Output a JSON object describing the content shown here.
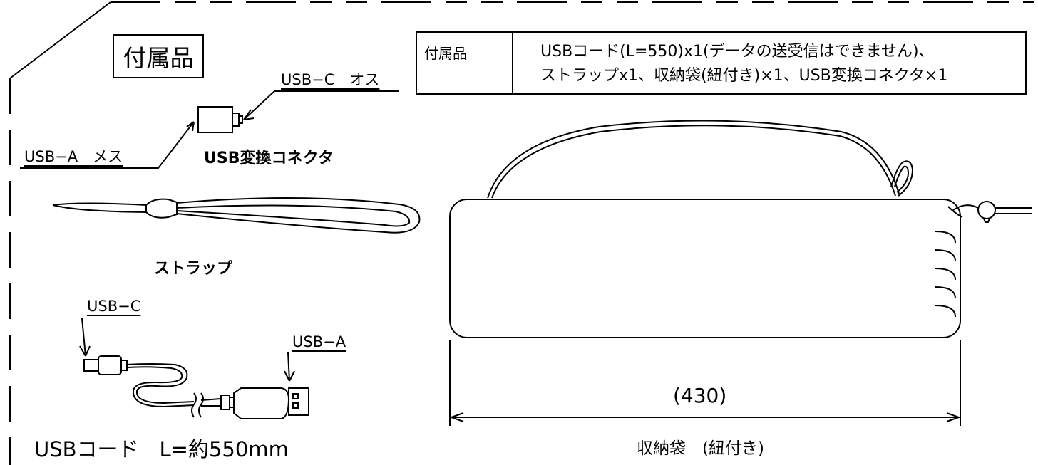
{
  "title": "付属品",
  "spec_table": {
    "header": "付属品",
    "lines": [
      "USBコード(L=550)x1(データの送受信はできません)、",
      "ストラップx1、収納袋(紐付き)×1、USB変換コネクタ×1"
    ]
  },
  "connector": {
    "label_c_male": "USB−C　オス",
    "label_a_female": "USB−A　メス",
    "name": "USB変換コネクタ"
  },
  "strap": {
    "name": "ストラップ"
  },
  "cable": {
    "label_c": "USB−C",
    "label_a": "USB−A",
    "name": "USBコード　L=約550mm"
  },
  "pouch": {
    "dimension": "(430)",
    "name": "収納袋　(紐付き)"
  }
}
